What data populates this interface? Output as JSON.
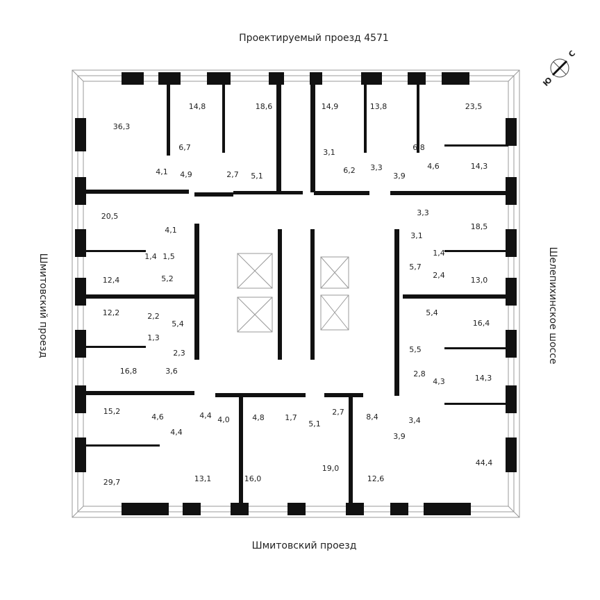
{
  "streets": {
    "top": "Проектируемый проезд 4571",
    "left": "Шмитовский проезд",
    "right": "Шелепихинское шоссе",
    "bottom": "Шмитовский проезд"
  },
  "compass": {
    "north": "С",
    "south": "Ю",
    "icon": "compass-icon"
  },
  "rooms": [
    "36,3",
    "14,8",
    "18,6",
    "6,7",
    "4,1",
    "4,9",
    "2,7",
    "5,1",
    "20,5",
    "4,1",
    "1,4",
    "1,5",
    "12,4",
    "5,2",
    "12,2",
    "2,2",
    "5,4",
    "1,3",
    "2,3",
    "16,8",
    "3,6",
    "15,2",
    "4,6",
    "4,4",
    "4,0",
    "4,8",
    "1,7",
    "4,4",
    "29,7",
    "13,1",
    "16,0",
    "14,9",
    "13,8",
    "23,5",
    "3,1",
    "6,8",
    "6,2",
    "3,3",
    "3,9",
    "4,6",
    "14,3",
    "3,3",
    "18,5",
    "3,1",
    "1,4",
    "5,7",
    "2,4",
    "13,0",
    "5,4",
    "16,4",
    "5,5",
    "2,8",
    "4,3",
    "14,3",
    "2,7",
    "8,4",
    "3,4",
    "5,1",
    "3,9",
    "19,0",
    "12,6",
    "44,4"
  ],
  "colors": {
    "wall": "#111111",
    "line": "#999999"
  }
}
